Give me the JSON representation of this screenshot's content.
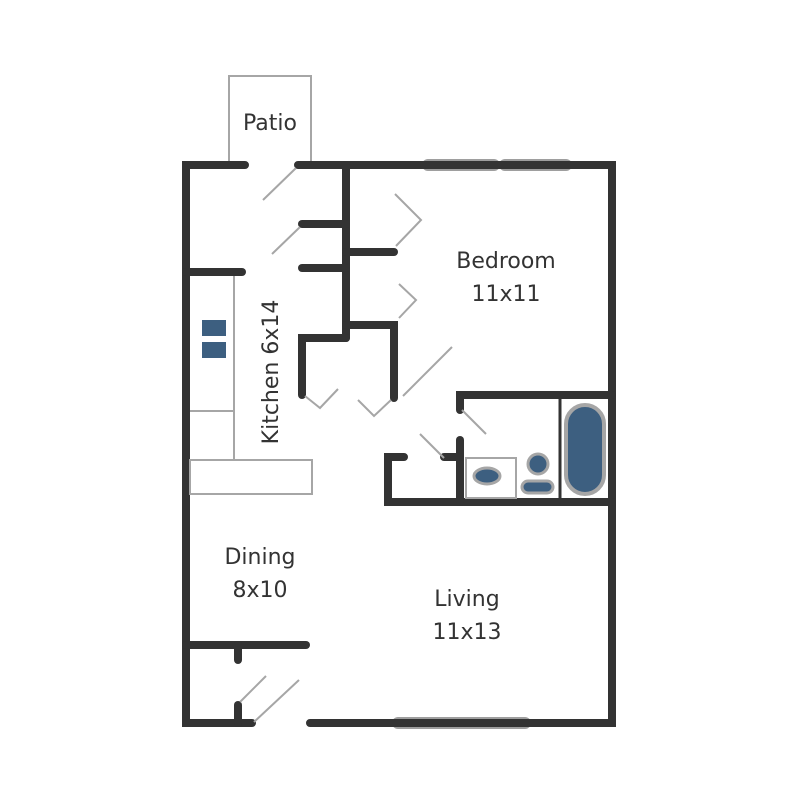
{
  "rooms": {
    "patio": {
      "name": "Patio"
    },
    "bedroom": {
      "name": "Bedroom",
      "size": "11x11"
    },
    "kitchen": {
      "name": "Kitchen 6x14"
    },
    "dining": {
      "name": "Dining",
      "size": "8x10"
    },
    "living": {
      "name": "Living",
      "size": "11x13"
    }
  },
  "colors": {
    "wall": "#333333",
    "window": "#9e9e9e",
    "door_swing": "#a6a6a6",
    "fixture_outline": "#a6a6a6",
    "fixture_fill": "#3d5f80"
  }
}
